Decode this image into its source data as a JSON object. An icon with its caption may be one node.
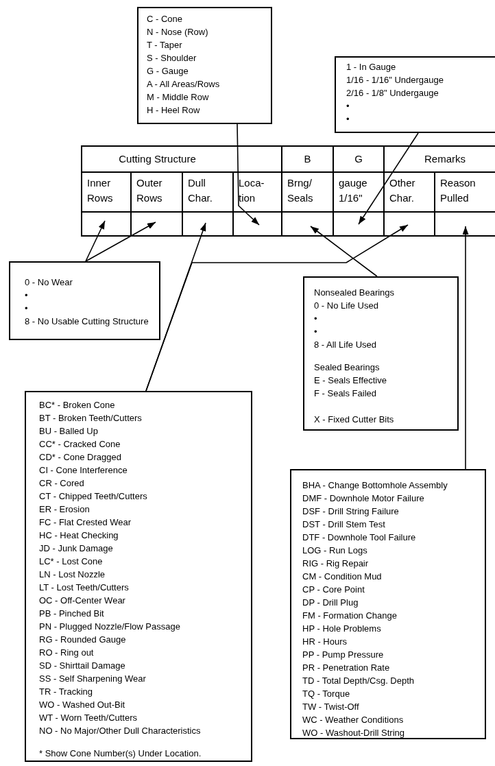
{
  "diagram": {
    "nodes": [
      {
        "text": [
          "C - Cone",
          "N - Nose (Row)",
          "T - Taper",
          "S - Shoulder",
          "G - Gauge",
          "A - All Areas/Rows",
          "M - Middle Row",
          "H - Heel Row"
        ]
      },
      {
        "text": [
          "1 - In Gauge",
          "1/16 - 1/16\" Undergauge",
          "2/16 - 1/8\" Undergauge",
          "•",
          "•"
        ]
      },
      {
        "text": [
          "Cutting Structure"
        ]
      },
      {
        "text": [
          "B"
        ]
      },
      {
        "text": [
          "G"
        ]
      },
      {
        "text": [
          "Remarks"
        ]
      },
      {
        "text": [
          "Inner Rows"
        ]
      },
      {
        "text": [
          "Outer Rows"
        ]
      },
      {
        "text": [
          "Dull Char."
        ]
      },
      {
        "text": [
          "Loca- tion"
        ]
      },
      {
        "text": [
          "Brng/ Seals"
        ]
      },
      {
        "text": [
          "gauge 1/16\""
        ]
      },
      {
        "text": [
          "Other Char."
        ]
      },
      {
        "text": [
          "Reason Pulled"
        ]
      },
      {
        "text": [],
        "shape": "box"
      },
      {
        "text": [],
        "shape": "box"
      },
      {
        "text": [],
        "shape": "box"
      },
      {
        "text": [],
        "shape": "box"
      },
      {
        "text": [],
        "shape": "box"
      },
      {
        "text": [],
        "shape": "box"
      },
      {
        "text": [],
        "shape": "box"
      },
      {
        "text": [],
        "shape": "box"
      },
      {
        "text": [
          "0 - No Wear",
          "•",
          "•",
          "8 - No Usable Cutting Structure"
        ]
      },
      {
        "text": [
          "Nonsealed Bearings",
          "0 - No Life Used",
          "•",
          "•",
          "8 - All Life Used",
          "Sealed Bearings",
          "E - Seals Effective",
          "F - Seals Failed",
          "X - Fixed Cutter Bits"
        ]
      },
      {
        "text": [
          "BC* - Broken Cone",
          "BT - Broken Teeth/Cutters",
          "BU - Balled Up",
          "CC* - Cracked Cone",
          "CD* - Cone Dragged",
          "CI - Cone Interference",
          "CR - Cored",
          "CT - Chipped Teeth/Cutters",
          "ER - Erosion",
          "FC - Flat Crested Wear",
          "HC - Heat Checking",
          "JD - Junk Damage",
          "LC* - Lost Cone",
          "LN - Lost Nozzle",
          "LT - Lost Teeth/Cutters",
          "OC - Off-Center Wear",
          "PB - Pinched Bit",
          "PN - Plugged Nozzle/Flow Passage",
          "RG - Rounded Gauge",
          "RO - Ring out",
          "SD - Shirttail Damage",
          "SS - Self Sharpening Wear",
          "TR - Tracking",
          "WO - Washed Out-Bit",
          "WT - Worn Teeth/Cutters",
          "NO - No Major/Other Dull Characteristics",
          "* Show Cone Number(s) Under Location."
        ]
      },
      {
        "text": [
          "BHA - Change Bottomhole Assembly",
          "DMF - Downhole Motor Failure",
          "DSF - Drill String Failure",
          "DST - Drill Stem Test",
          "DTF - Downhole Tool Failure",
          "LOG - Run Logs",
          "RIG - Rig Repair",
          "CM - Condition Mud",
          "CP - Core Point",
          "DP - Drill Plug",
          "FM - Formation Change",
          "HP - Hole Problems",
          "HR - Hours",
          "PP - Pump Pressure",
          "PR - Penetration Rate",
          "TD - Total Depth/Csg. Depth",
          "TQ - Torque",
          "TW - Twist-Off",
          "WC - Weather Conditions",
          "WO - Washout-Drill String"
        ]
      }
    ],
    "edges": [
      {
        "from": 0,
        "to": 17,
        "arrow": "to"
      },
      {
        "from": 1,
        "to": 19,
        "arrow": "to"
      },
      {
        "from": 22,
        "to": 14,
        "arrow": "to"
      },
      {
        "from": 22,
        "to": 15,
        "arrow": "to"
      },
      {
        "from": 24,
        "to": 16,
        "arrow": "to"
      },
      {
        "from": 24,
        "to": 20,
        "arrow": "to"
      },
      {
        "from": 23,
        "to": 18,
        "arrow": "to"
      },
      {
        "from": 25,
        "to": 21,
        "arrow": "to"
      }
    ]
  }
}
